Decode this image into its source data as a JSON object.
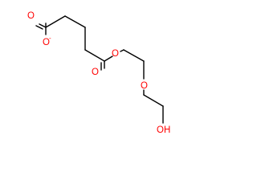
{
  "molecule": {
    "colors": {
      "bond": "#000000",
      "oxygen": "#ff0000"
    },
    "atoms": {
      "carbonyl_o_top": "O",
      "carboxylate_o": "O",
      "carboxylate_charge": "-",
      "ester_o_double": "O",
      "ester_o_single": "O",
      "ether_o": "O",
      "hydroxyl": "OH"
    }
  }
}
